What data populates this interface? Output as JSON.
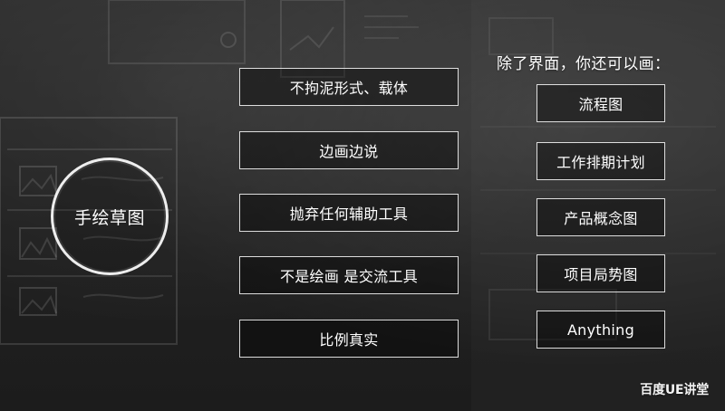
{
  "circle": {
    "label": "手绘草图"
  },
  "left_boxes": [
    {
      "label": "不拘泥形式、载体"
    },
    {
      "label": "边画边说"
    },
    {
      "label": "抛弃任何辅助工具"
    },
    {
      "label": "不是绘画 是交流工具"
    },
    {
      "label": "比例真实"
    }
  ],
  "right_title": "除了界面，你还可以画：",
  "right_boxes": [
    {
      "label": "流程图"
    },
    {
      "label": "工作排期计划"
    },
    {
      "label": "产品概念图"
    },
    {
      "label": "项目局势图"
    },
    {
      "label": "Anything"
    }
  ],
  "brand": "百度UE讲堂"
}
